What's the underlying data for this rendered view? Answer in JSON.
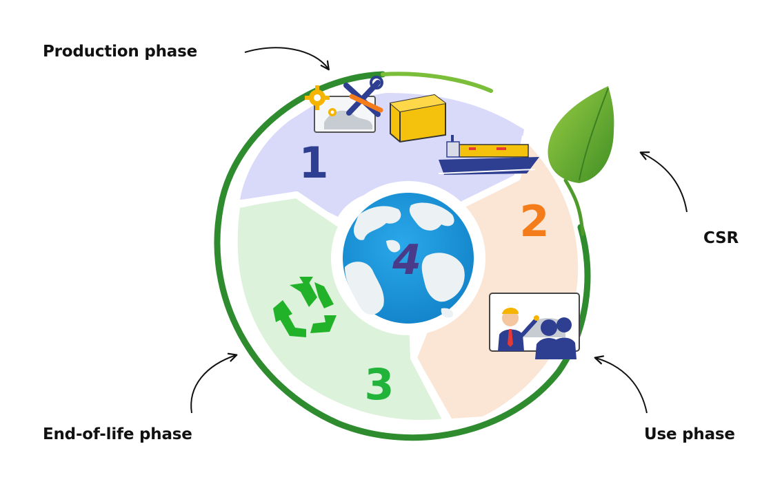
{
  "labels": {
    "production": "Production phase",
    "csr": "CSR",
    "end_of_life": "End-of-life phase",
    "use": "Use phase"
  },
  "segments": [
    {
      "number": "1",
      "number_color": "#2E3E91",
      "fill": "#D9D9FA"
    },
    {
      "number": "2",
      "number_color": "#F57C1A",
      "fill": "#FBE6D6"
    },
    {
      "number": "3",
      "number_color": "#21B33A",
      "fill": "#DDF2DA"
    },
    {
      "number": "4",
      "number_color": "#4A3A8A",
      "fill": "#1F9CE0"
    }
  ],
  "colors": {
    "ring_green": "#2E8B2E",
    "leaf_light": "#8CC43F",
    "leaf_dark": "#4E9A2A",
    "recycle_green": "#22B22A",
    "arrow": "#111111"
  },
  "icons": [
    "gear-icon",
    "wrench-icon",
    "map-card-icon",
    "cargo-box-icon",
    "container-ship-icon",
    "globe-icon",
    "recycle-icon",
    "presentation-icon",
    "leaf-icon"
  ]
}
